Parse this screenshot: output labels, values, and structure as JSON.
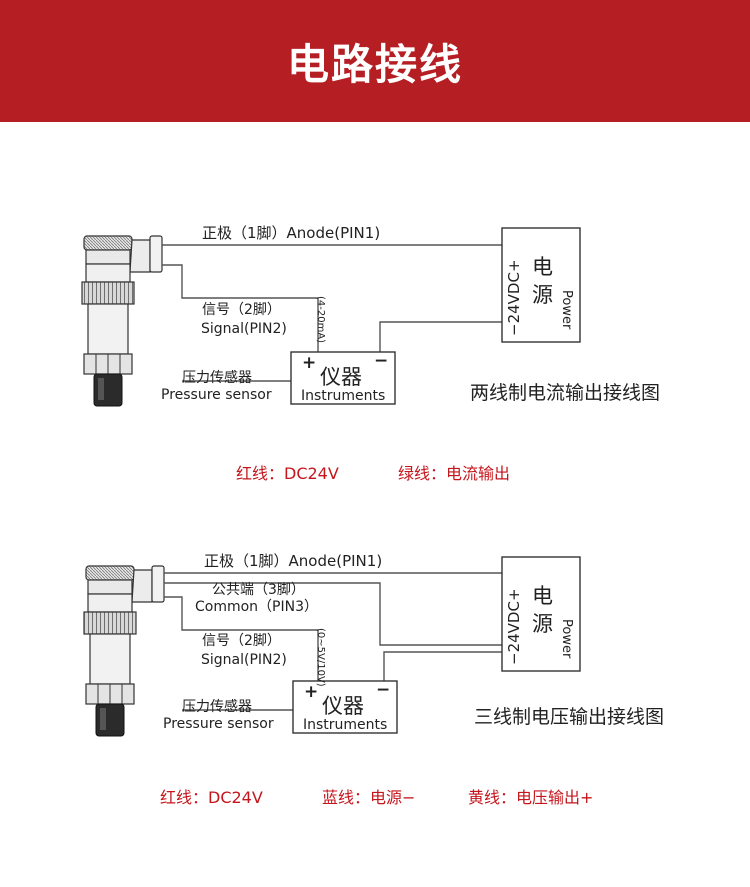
{
  "header": {
    "title": "电路接线"
  },
  "diagram1": {
    "anode": "正极（1脚）Anode(PIN1)",
    "signal_cn": "信号（2脚）",
    "signal_en": "Signal(PIN2)",
    "range": "(4-20mA)",
    "sensor_cn": "压力传感器",
    "sensor_en": "Pressure sensor",
    "instrument_cn": "仪器",
    "instrument_en": "Instruments",
    "plus": "+",
    "minus": "−",
    "power_voltage": "−24VDC+",
    "power_cn_1": "电",
    "power_cn_2": "源",
    "power_en": "Power",
    "caption": "两线制电流输出接线图"
  },
  "legend1": {
    "red": "红线：DC24V",
    "green": "绿线：电流输出"
  },
  "diagram2": {
    "anode": "正极（1脚）Anode(PIN1)",
    "common_cn": "公共端（3脚）",
    "common_en": "Common（PIN3）",
    "signal_cn": "信号（2脚）",
    "signal_en": "Signal(PIN2)",
    "range": "(0~5V/10V)",
    "sensor_cn": "压力传感器",
    "sensor_en": "Pressure sensor",
    "instrument_cn": "仪器",
    "instrument_en": "Instruments",
    "plus": "+",
    "minus": "−",
    "power_voltage": "−24VDC+",
    "power_cn_1": "电",
    "power_cn_2": "源",
    "power_en": "Power",
    "caption": "三线制电压输出接线图"
  },
  "legend2": {
    "red": "红线：DC24V",
    "blue": "蓝线：电源−",
    "yellow": "黄线：电压输出+"
  },
  "colors": {
    "banner": "#b51f24",
    "legend_text": "#c4161c"
  }
}
